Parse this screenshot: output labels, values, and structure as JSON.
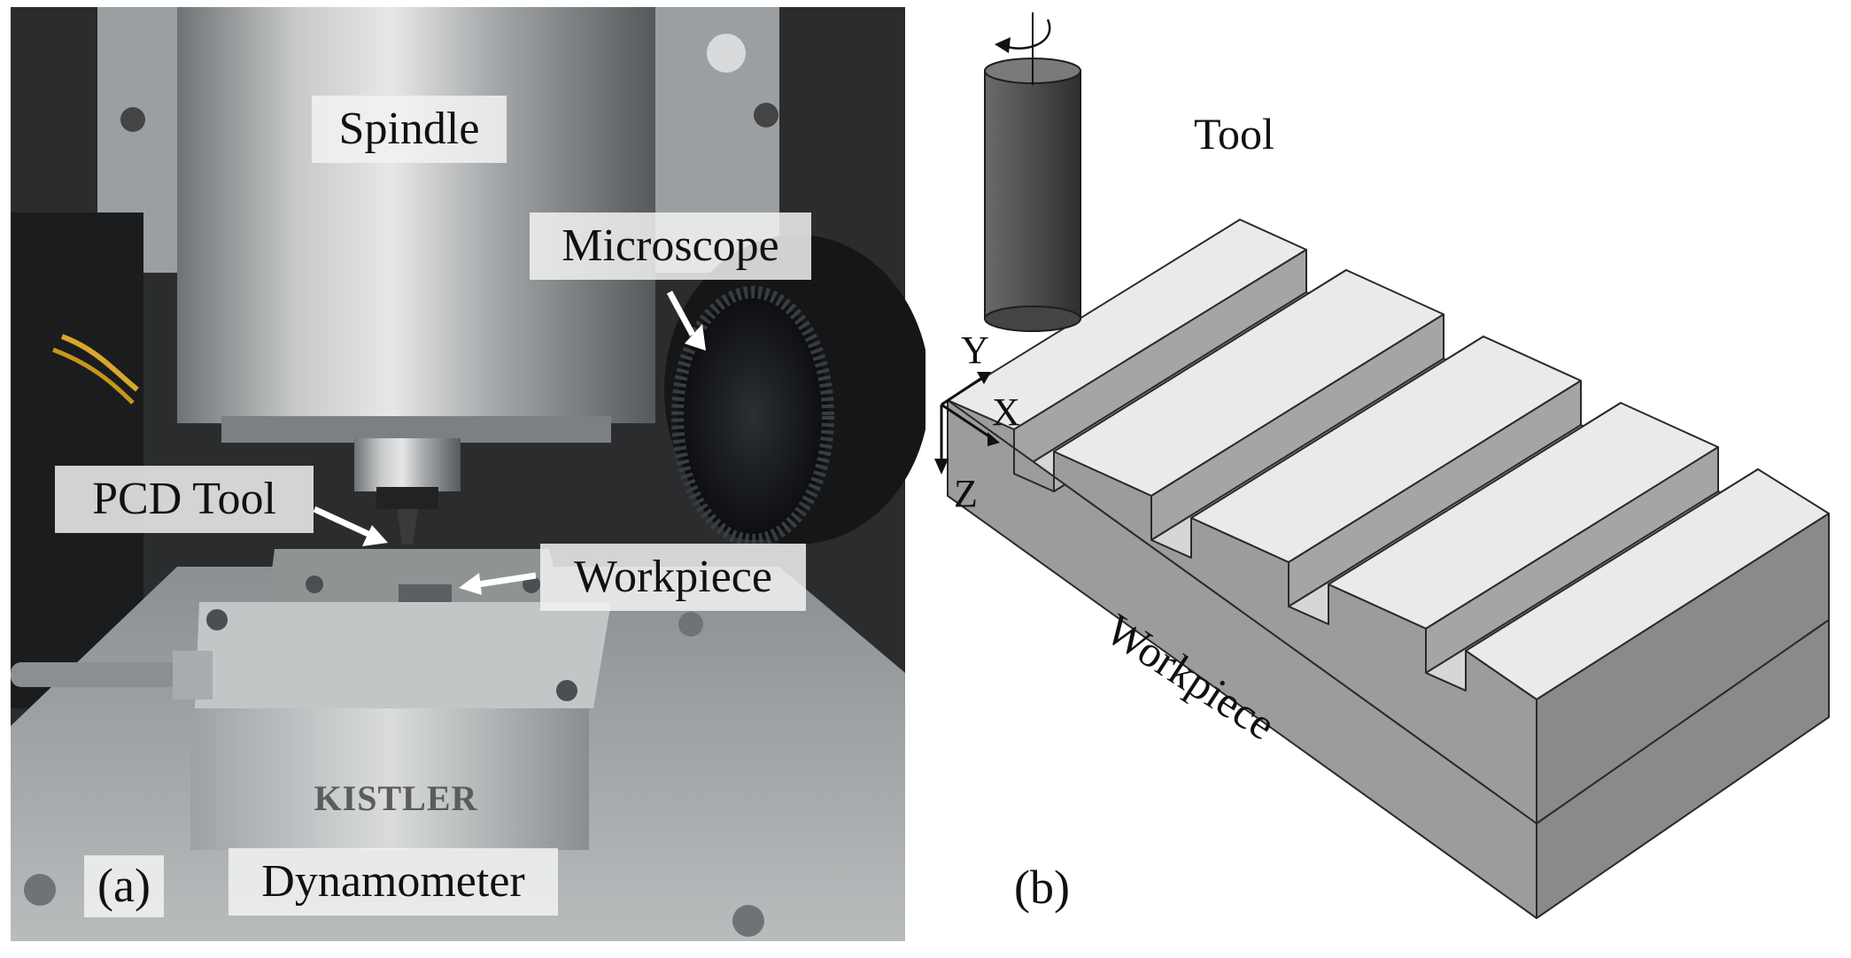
{
  "panel_a": {
    "label": "(a)",
    "callouts": {
      "spindle": "Spindle",
      "microscope": "Microscope",
      "pcd_tool": "PCD Tool",
      "workpiece": "Workpiece",
      "dynamometer": "Dynamometer"
    },
    "brand_text": "KISTLER"
  },
  "panel_b": {
    "label": "(b)",
    "labels": {
      "tool": "Tool",
      "workpiece": "Workpiece"
    },
    "axes": {
      "x": "X",
      "y": "Y",
      "z": "Z"
    }
  },
  "colors": {
    "block_top": "#e9e9e9",
    "block_side": "#9a9a9a",
    "tool_body": "#555555",
    "label_box": "#f2f2f2",
    "arrow": "#ffffff"
  }
}
